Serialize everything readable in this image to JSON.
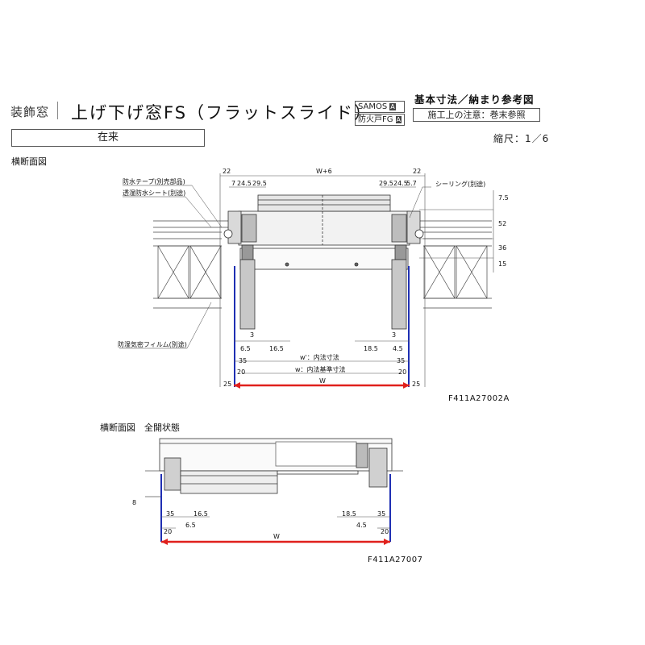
{
  "header": {
    "category": "装飾窓",
    "title": "上げ下げ窓FS（フラットスライド）",
    "badges": [
      {
        "text": "SAMOS",
        "mark": "A"
      },
      {
        "text": "防火戸FG",
        "mark": "A"
      }
    ],
    "reference_title": "基本寸法／納まり参考図",
    "reference_note": "施工上の注意：巻末参照",
    "condition": "在来",
    "scale": "縮尺：1／6"
  },
  "section1": {
    "label": "横断面図",
    "code": "F411A27002A",
    "annotations": {
      "waterproof_tape": "防水テープ(別売部品)",
      "breathable_sheet": "透湿防水シート(別途)",
      "sealing": "シーリング(別途)",
      "vapor_film": "防湿気密フィルム(別途)"
    },
    "dims": {
      "top_22": "22",
      "top_w6": "W+6",
      "top_left_a": "7",
      "top_left_b": "24.5",
      "top_left_c": "29.5",
      "top_right_a": "29.5",
      "top_right_b": "24.5",
      "top_right_c": "5.7",
      "right_75": "7.5",
      "right_52": "52",
      "right_36": "36",
      "right_15": "15",
      "d3": "3",
      "d65": "6.5",
      "d165": "16.5",
      "d185": "18.5",
      "d45": "4.5",
      "d35": "35",
      "d20": "20",
      "d25": "25",
      "w_inner": "w'：内法寸法",
      "w_base": "w：内法基準寸法",
      "W": "W"
    }
  },
  "section2": {
    "label": "横断面図　全開状態",
    "code": "F411A27007",
    "dims": {
      "d8": "8",
      "d35": "35",
      "d165": "16.5",
      "d65": "6.5",
      "d185": "18.5",
      "d45": "4.5",
      "d20": "20",
      "W": "W"
    }
  },
  "colors": {
    "frame_blue": "#1f2fb3",
    "dimension_red": "#e0201c",
    "line": "#333333"
  }
}
